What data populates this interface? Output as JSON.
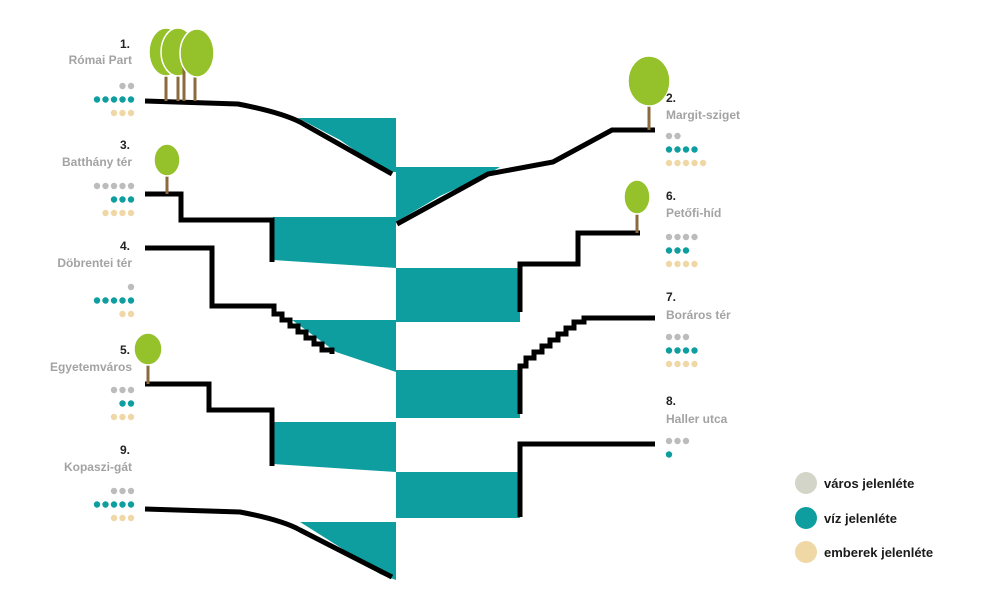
{
  "colors": {
    "city": "#d3d5c8",
    "city_dot": "#bcbcbc",
    "water": "#0e9ea0",
    "people": "#efd8a6",
    "tree": "#95c12b",
    "trunk": "#8b6a3e"
  },
  "stations": [
    {
      "num": "1.",
      "name": "Római Part",
      "side": "left",
      "city": 2,
      "water": 5,
      "people": 3
    },
    {
      "num": "2.",
      "name": "Margit-sziget",
      "side": "right",
      "city": 2,
      "water": 4,
      "people": 5
    },
    {
      "num": "3.",
      "name": "Batthány tér",
      "side": "left",
      "city": 5,
      "water": 3,
      "people": 4
    },
    {
      "num": "4.",
      "name": "Döbrentei tér",
      "side": "left",
      "city": 1,
      "water": 5,
      "people": 2
    },
    {
      "num": "5.",
      "name": "Egyetemváros",
      "side": "left",
      "city": 3,
      "water": 2,
      "people": 3
    },
    {
      "num": "6.",
      "name": "Petőfi-híd",
      "side": "right",
      "city": 4,
      "water": 3,
      "people": 4
    },
    {
      "num": "7.",
      "name": "Boráros tér",
      "side": "right",
      "city": 3,
      "water": 4,
      "people": 4
    },
    {
      "num": "8.",
      "name": "Haller utca",
      "side": "right",
      "city": 3,
      "water": 1,
      "people": 0
    },
    {
      "num": "9.",
      "name": "Kopaszi-gát",
      "side": "left",
      "city": 3,
      "water": 5,
      "people": 3
    }
  ],
  "legend": [
    {
      "key": "city",
      "label": "város jelenléte"
    },
    {
      "key": "water",
      "label": "víz jelenléte"
    },
    {
      "key": "people",
      "label": "emberek jelenléte"
    }
  ]
}
